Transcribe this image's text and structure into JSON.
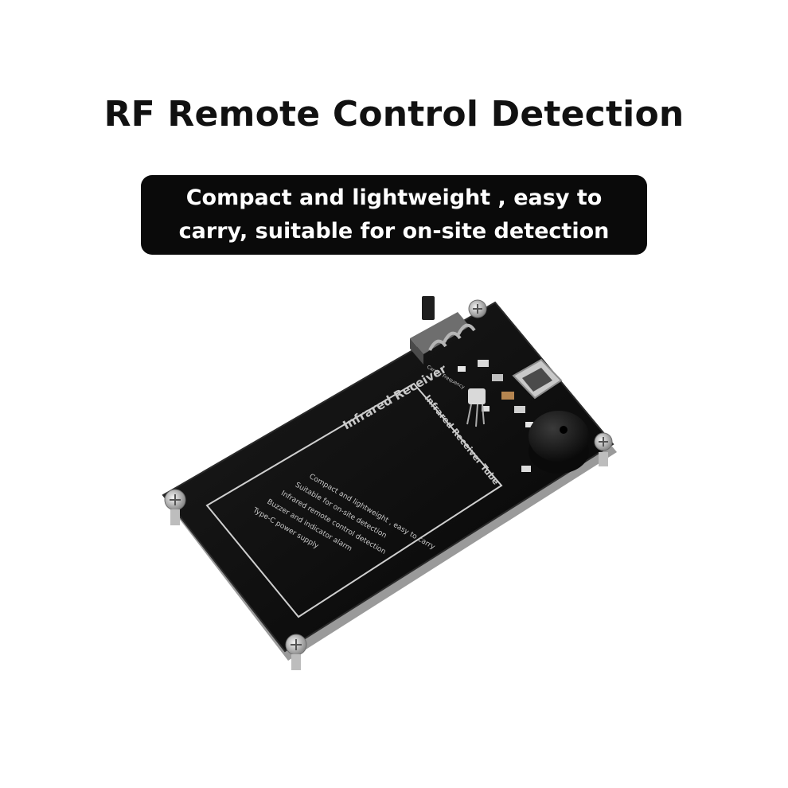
{
  "title": "RF Remote Control Detection",
  "caption": {
    "line1": "Compact and lightweight , easy to",
    "line2": "carry, suitable for on-site detection"
  },
  "board": {
    "silkscreen_header": "Infrared Receiver",
    "silkscreen_side_label": "Infrared Receiver Tube",
    "silkscreen_small_label": "Carrier Frequency",
    "features": [
      "Compact and lightweight , easy to carry",
      "Suitable for on-site detection",
      "Infrared remote control detection",
      "Buzzer and indicator alarm",
      "Type-C power supply"
    ]
  },
  "colors": {
    "pcb": "#0b0b0b",
    "pcb_edge": "#2a2a2a",
    "silkscreen": "#c8c8c8",
    "caption_bg": "#0a0a0a",
    "title_text": "#111111"
  },
  "icons": [
    "screw-icon",
    "slide-switch-icon",
    "buzzer-icon",
    "usb-c-port-icon"
  ]
}
